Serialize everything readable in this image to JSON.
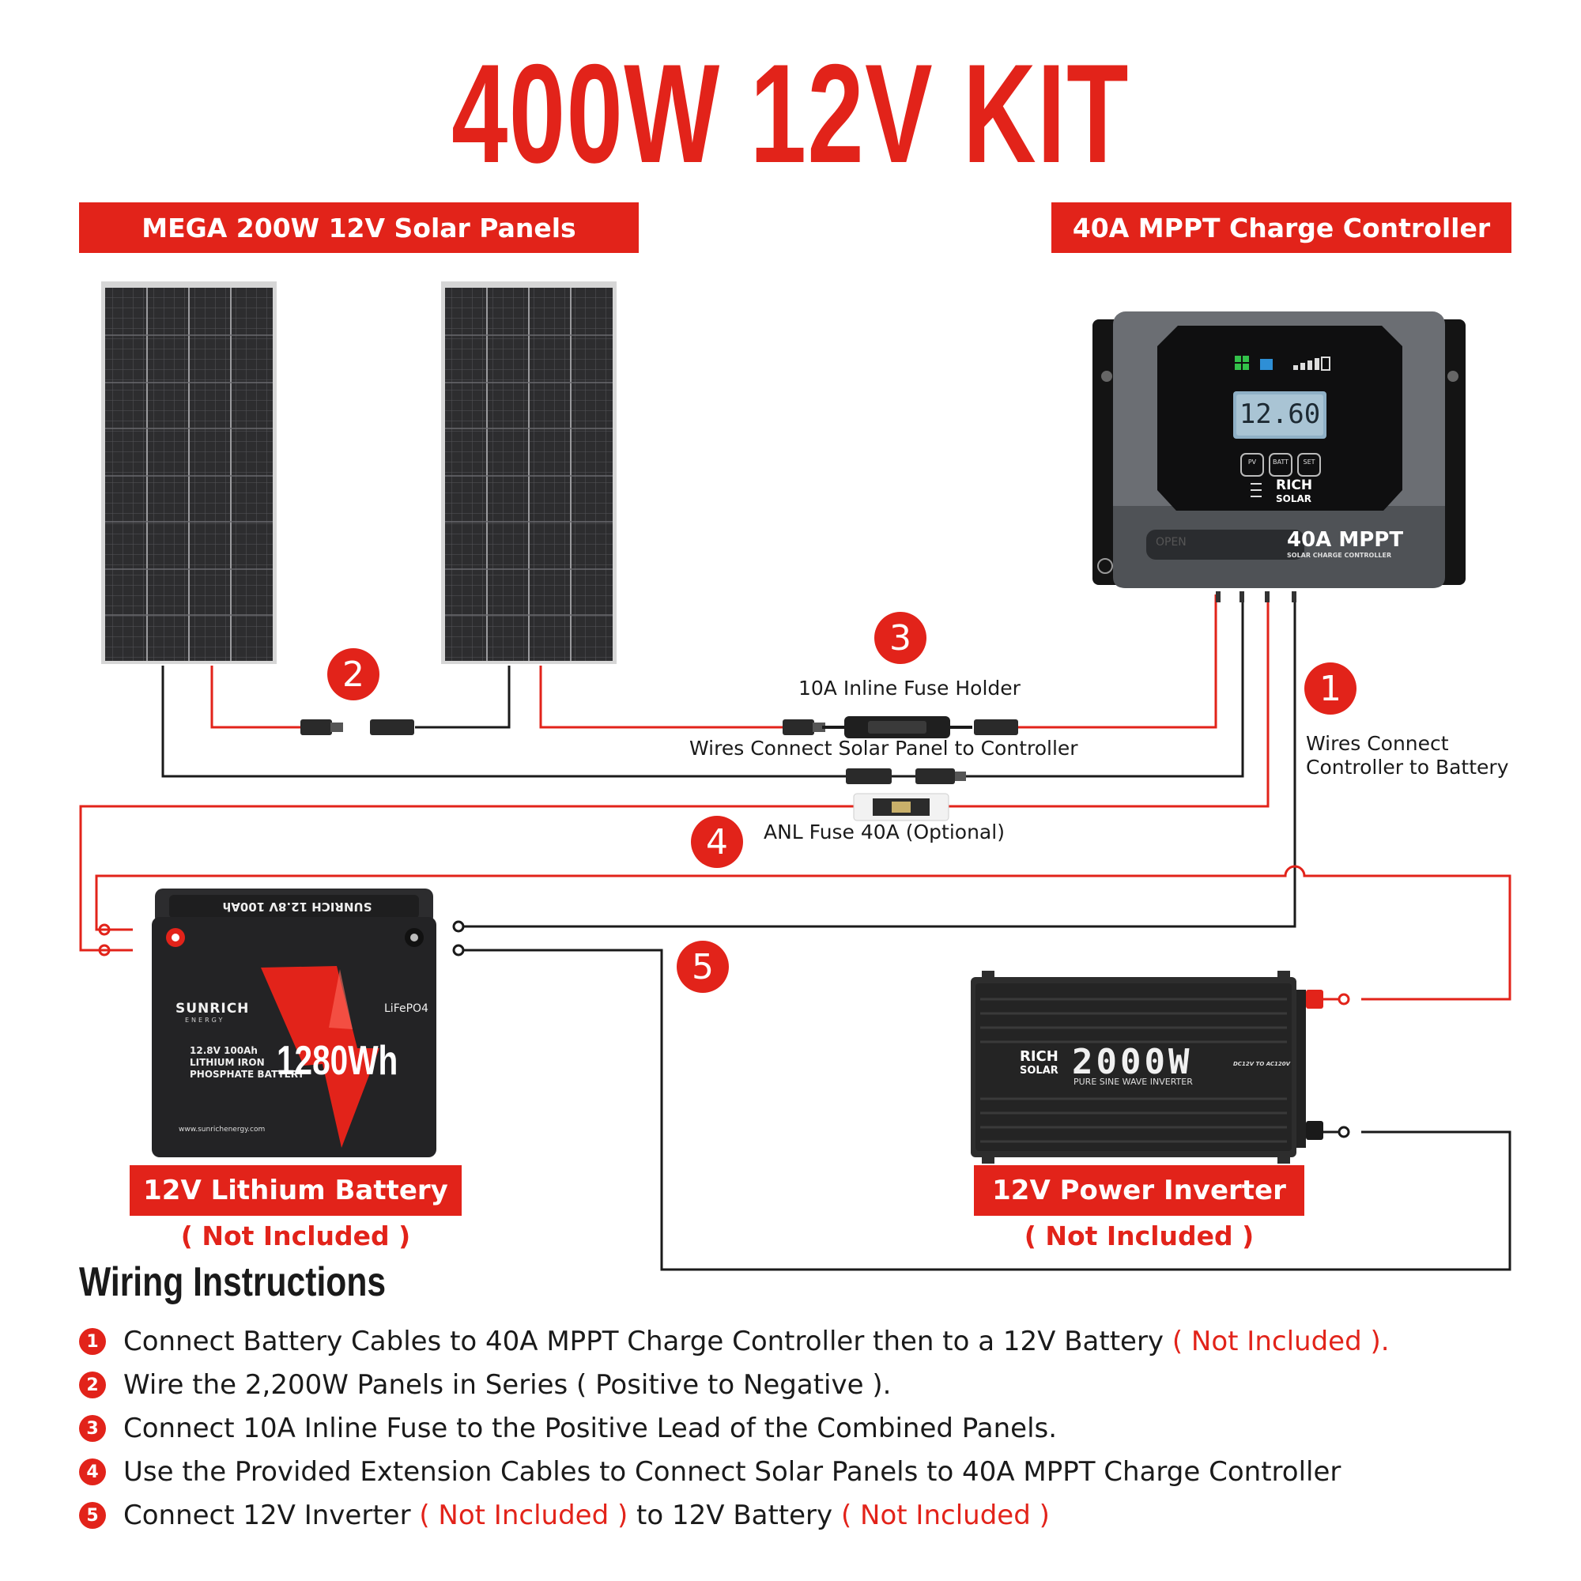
{
  "title": "400W 12V KIT",
  "labels": {
    "panels": "MEGA 200W 12V Solar Panels",
    "controller": "40A MPPT Charge Controller",
    "battery": "12V Lithium Battery",
    "inverter": "12V Power Inverter",
    "not_included": "( Not Included )",
    "inline_fuse": "10A Inline Fuse Holder",
    "wires_panel_controller": "Wires Connect Solar Panel to Controller",
    "anl_fuse": "ANL Fuse 40A (Optional)",
    "wires_controller_battery_1": "Wires Connect",
    "wires_controller_battery_2": "Controller to Battery"
  },
  "badges": [
    "1",
    "2",
    "3",
    "4",
    "5"
  ],
  "controller": {
    "display": "12.60",
    "btn_pv": "PV",
    "btn_batt": "BATT",
    "btn_set": "SET",
    "brand_1": "RICH",
    "brand_2": "SOLAR",
    "model": "40A MPPT",
    "model_sub": "SOLAR CHARGE CONTROLLER",
    "open": "OPEN"
  },
  "battery": {
    "brand": "SUNRICH",
    "brand_sub": "ENERGY",
    "chem": "LiFePO4",
    "spec_1": "12.8V 100Ah",
    "spec_2": "LITHIUM IRON",
    "spec_3": "PHOSPHATE BATTERY",
    "capacity": "1280Wh",
    "url": "www.sunrichenergy.com",
    "top": "SUNRICH 12.8V 100Ah"
  },
  "inverter": {
    "brand_1": "RICH",
    "brand_2": "SOLAR",
    "model": "2000W",
    "model_sub": "PURE SINE WAVE INVERTER",
    "side": "DC12V TO AC120V"
  },
  "instructions": {
    "title": "Wiring Instructions",
    "steps": [
      {
        "num": "1",
        "text": "Connect Battery Cables to 40A MPPT Charge Controller then to a 12V Battery",
        "note": "( Not Included )."
      },
      {
        "num": "2",
        "text": "Wire the 2,200W Panels in Series ( Positive to Negative )."
      },
      {
        "num": "3",
        "text": "Connect 10A Inline Fuse to the Positive Lead of the Combined Panels."
      },
      {
        "num": "4",
        "text": "Use the Provided Extension Cables to Connect Solar Panels to 40A MPPT Charge Controller"
      },
      {
        "num": "5",
        "text_a": "Connect 12V Inverter",
        "note_a": "( Not Included )",
        "text_b": "to 12V Battery",
        "note_b": "( Not Included )"
      }
    ]
  },
  "colors": {
    "accent": "#e2231a",
    "wire_black": "#1a1a1a",
    "wire_red": "#e2231a"
  }
}
